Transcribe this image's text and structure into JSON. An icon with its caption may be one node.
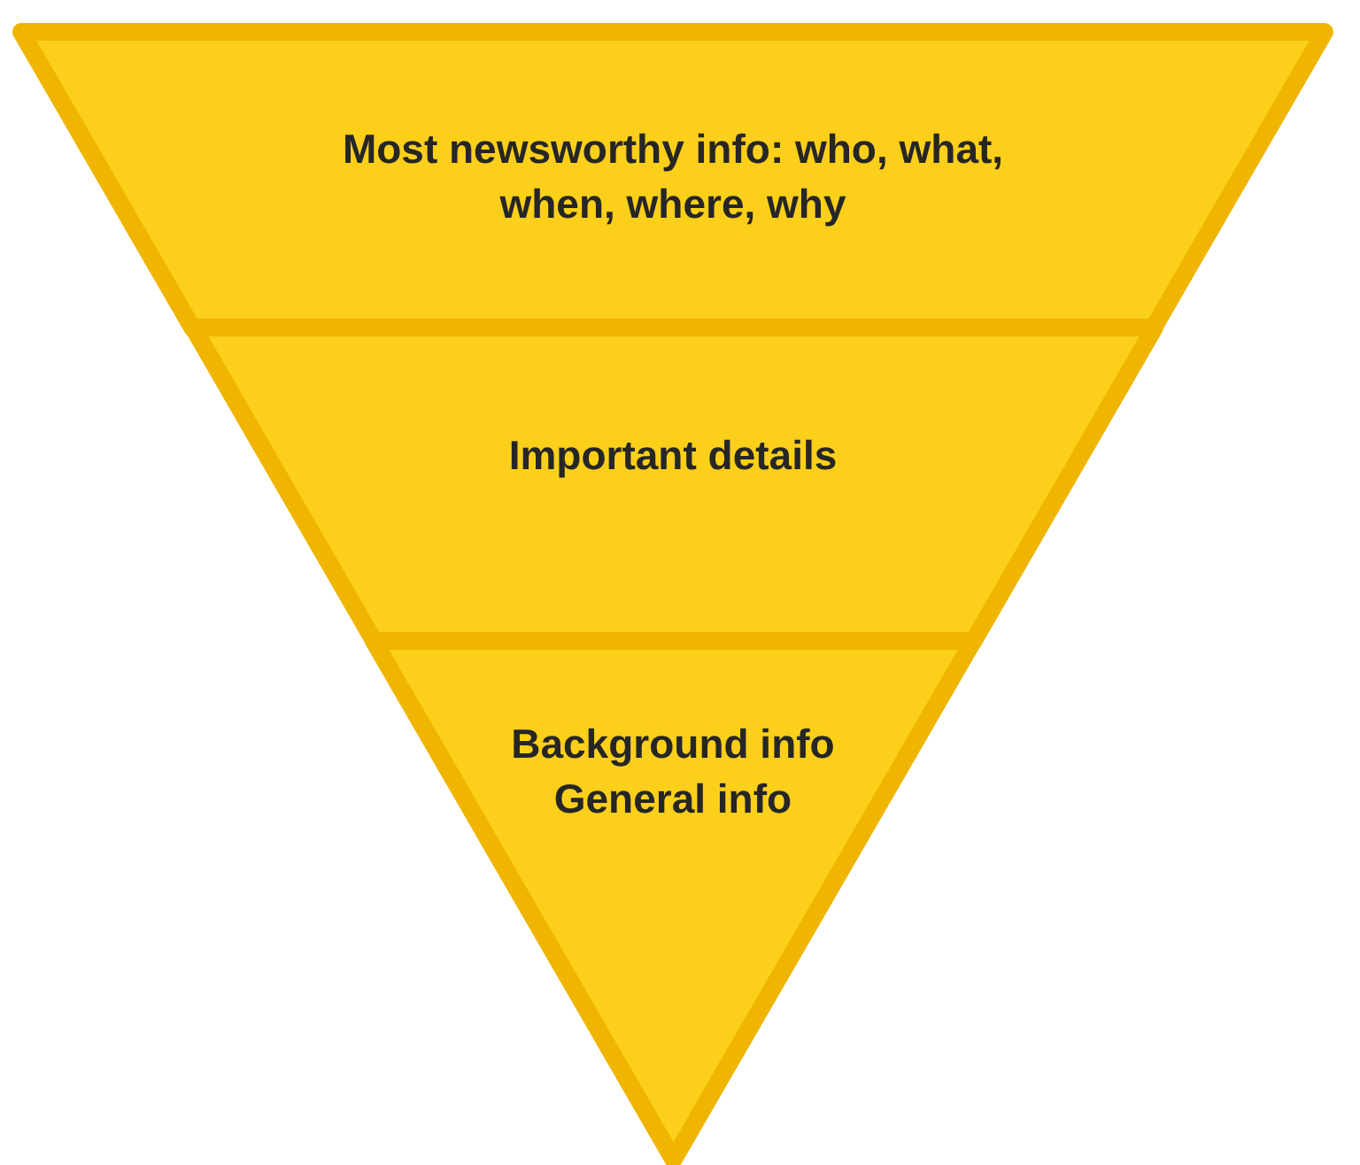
{
  "diagram": {
    "nodes": [
      {
        "text": [
          "Most newsworthy info: who, what, when, where, why"
        ]
      },
      {
        "text": [
          "Important details"
        ]
      },
      {
        "text": [
          "Background info",
          "General info"
        ]
      }
    ]
  }
}
